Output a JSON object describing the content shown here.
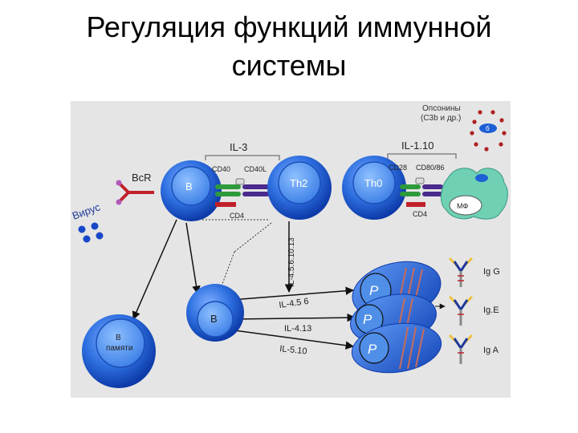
{
  "slide": {
    "title_line1": "Регуляция функций иммунной",
    "title_line2": "системы"
  },
  "diagram": {
    "opsonins_line1": "Опсонины",
    "opsonins_line2": "(C3b и др.)",
    "bacteria": "б",
    "virus": "Вирус",
    "bcr": "BcR",
    "il3": "IL-3",
    "il110": "IL-1.10",
    "cd40": "CD40",
    "cd40l": "CD40L",
    "cd4_left": "CD4",
    "cd28": "CD28",
    "cd8086": "CD80/86",
    "cd4_right": "CD4",
    "cell_b": "B",
    "cell_th2": "Th2",
    "cell_th0": "Th0",
    "cell_mf": "MФ",
    "vertical_il": "IL-4.5.6.10.13",
    "cell_b2": "B",
    "cell_bmem_line1": "B",
    "cell_bmem_line2": "памяти",
    "arrow_il1": "IL-4.5 6",
    "arrow_il2": "IL-4.13",
    "arrow_il3": "IL-5.10",
    "plasma_p1": "P",
    "plasma_p2": "P",
    "plasma_p3": "P",
    "ig1": "Ig G",
    "ig2": "Ig.E",
    "ig3": "Ig A"
  },
  "colors": {
    "panel_bg": "#e5e5e5",
    "cell_blue": "#1e5fd6",
    "nucleus_blue": "#4f8fe8",
    "macrophage_green": "#6fd0b4",
    "receptor_green": "#2e9a3c",
    "receptor_purple": "#4a2a8c",
    "receptor_red": "#c0202a",
    "antigen_dot": "#1848c8",
    "opsonin_dot": "#b02020"
  }
}
